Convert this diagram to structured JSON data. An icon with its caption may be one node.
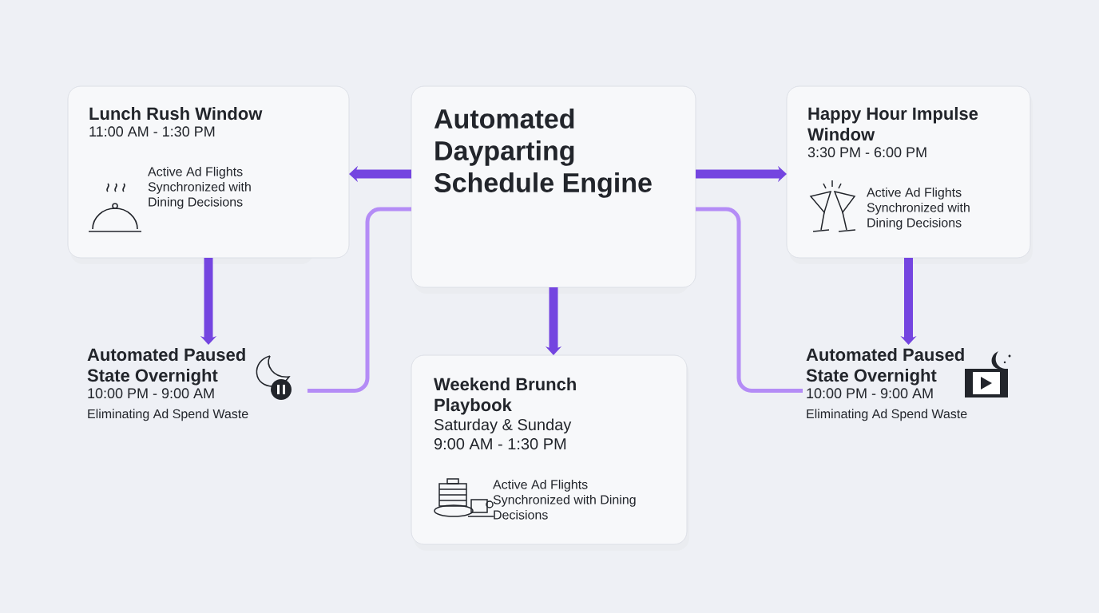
{
  "diagram": {
    "nodes": [
      {
        "text": [
          "Lunch Rush Window",
          "11:00 AM - 1:30 PM",
          "Active Ad Flights Synchronized with Dining Decisions"
        ]
      },
      {
        "text": [
          "Automated Dayparting Schedule Engine"
        ]
      },
      {
        "text": [
          "Happy Hour Impulse Window",
          "3:30 PM - 6:00 PM",
          "Active Ad Flights Synchronized with Dining Decisions"
        ]
      },
      {
        "text": [
          "Automated Paused State Overnight",
          "10:00 PM - 9:00 AM",
          "Eliminating Ad Spend Waste"
        ]
      },
      {
        "text": [
          "Weekend Brunch Playbook",
          "Saturday & Sunday",
          "9:00 AM - 1:30 PM",
          "Active Ad Flights Synchronized with Dining Decisions"
        ]
      },
      {
        "text": [
          "Automated Paused State Overnight",
          "10:00 PM - 9:00 AM",
          "Eliminating Ad Spend Waste"
        ]
      }
    ],
    "edges": [
      {
        "from": 1,
        "to": 0,
        "arrow": "to"
      },
      {
        "from": 1,
        "to": 2,
        "arrow": "to"
      },
      {
        "from": 0,
        "to": 3,
        "arrow": "to"
      },
      {
        "from": 2,
        "to": 5,
        "arrow": "to"
      },
      {
        "from": 1,
        "to": 4,
        "arrow": "to"
      },
      {
        "from": 1,
        "to": 3,
        "arrow": "none",
        "color": "#b48cf6"
      },
      {
        "from": 1,
        "to": 5,
        "arrow": "none",
        "color": "#b48cf6"
      }
    ]
  }
}
